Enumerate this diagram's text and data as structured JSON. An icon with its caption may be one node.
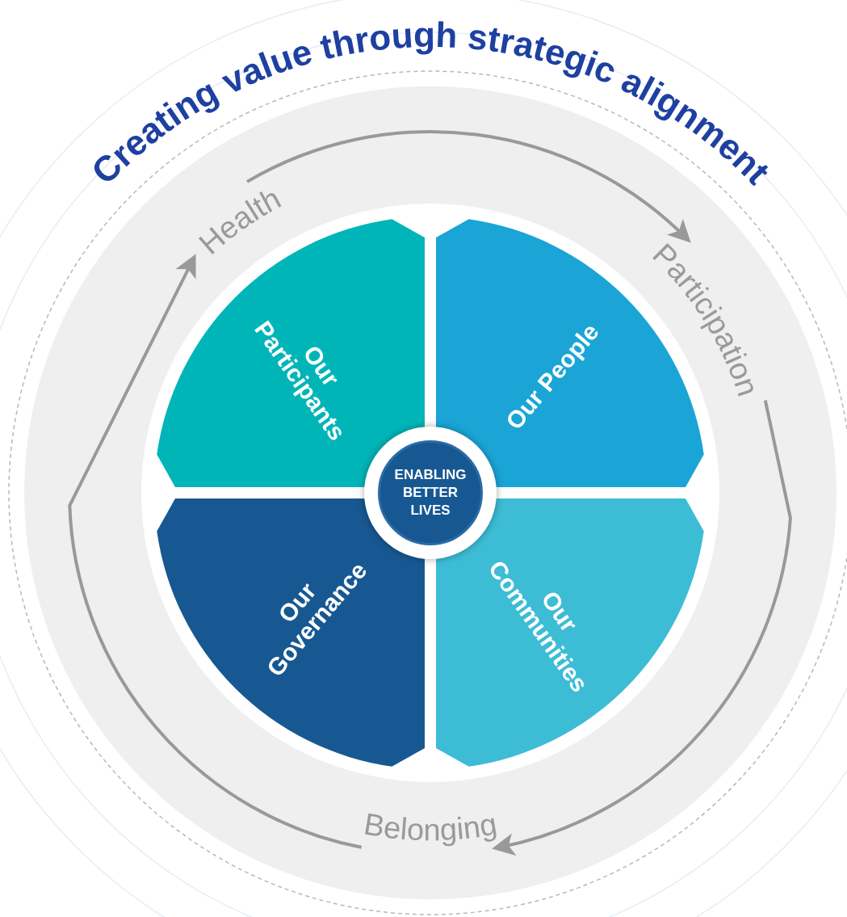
{
  "diagram": {
    "title": "Creating value through strategic alignment",
    "nodes": [
      {
        "text": [
          "Our Participants"
        ]
      },
      {
        "text": [
          "Our People"
        ]
      },
      {
        "text": [
          "Our Governance"
        ]
      },
      {
        "text": [
          "Our Communities"
        ]
      },
      {
        "text": [
          "ENABLING BETTER LIVES"
        ]
      },
      {
        "text": [
          "Health"
        ]
      },
      {
        "text": [
          "Participation"
        ]
      },
      {
        "text": [
          "Belonging"
        ]
      }
    ],
    "edges": [
      {
        "from": 5,
        "to": 6,
        "arrow": "to"
      },
      {
        "from": 6,
        "to": 7,
        "arrow": "to"
      },
      {
        "from": 7,
        "to": 5,
        "arrow": "to"
      }
    ]
  }
}
